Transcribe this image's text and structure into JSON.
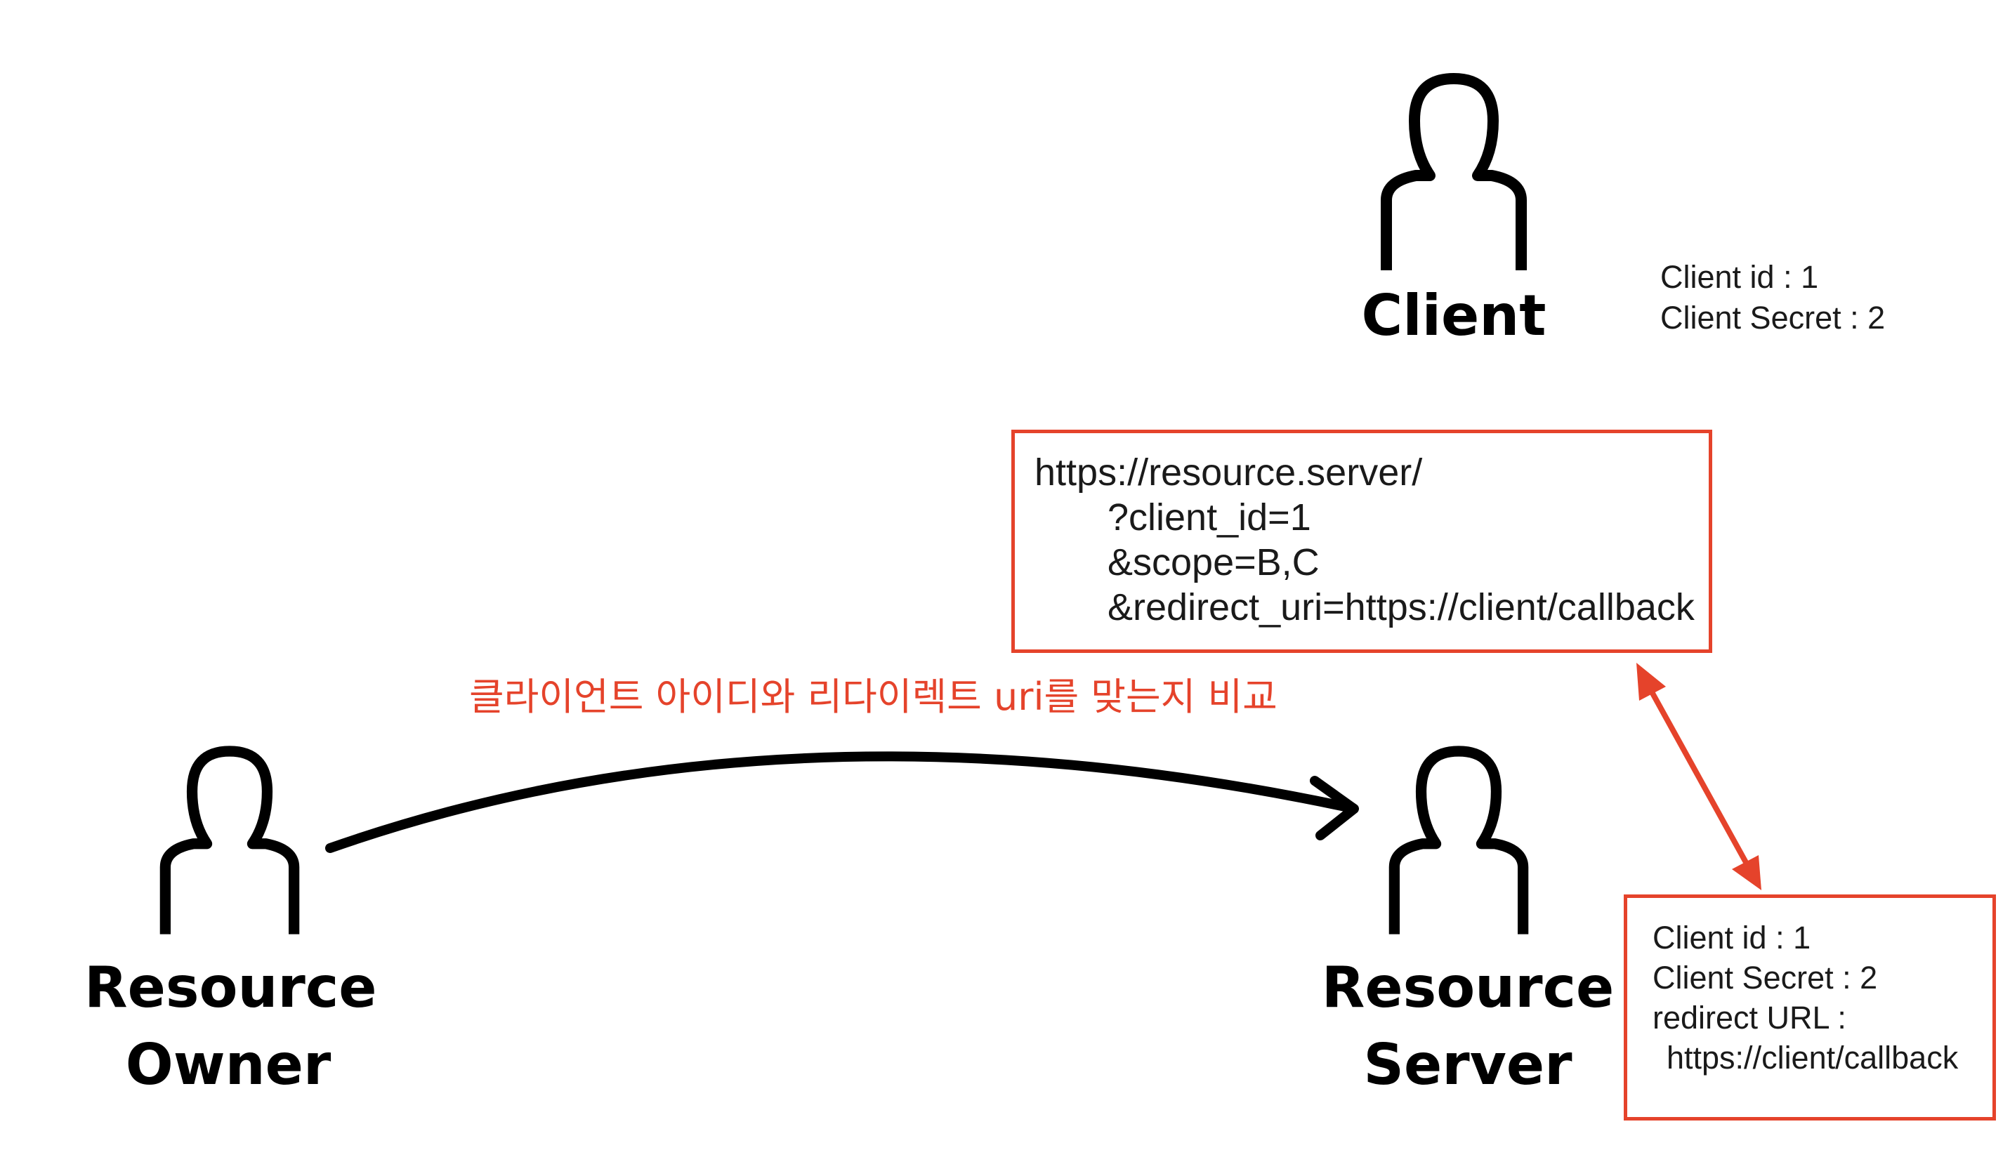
{
  "actors": {
    "client": {
      "label": "Client"
    },
    "resource_owner": {
      "label_line1": "Resource",
      "label_line2": "Owner"
    },
    "resource_server": {
      "label_line1": "Resource",
      "label_line2": "Server"
    }
  },
  "client_info": {
    "line1": "Client id : 1",
    "line2": "Client Secret : 2"
  },
  "request_url_box": {
    "line1": "https://resource.server/",
    "line2": "?client_id=1",
    "line3": "&scope=B,C",
    "line4": "&redirect_uri=https://client/callback"
  },
  "server_registry_box": {
    "line1": "Client id : 1",
    "line2": "Client Secret : 2",
    "line3": "redirect URL :",
    "line4": "https://client/callback"
  },
  "caption": {
    "text": "클라이언트 아이디와 리다이렉트 uri를 맞는지 비교"
  },
  "colors": {
    "accent": "#e5432b",
    "icon": "#000000",
    "text": "#1a1a1a"
  },
  "icons": [
    "person-icon",
    "arrow-icon",
    "double-arrow-icon"
  ]
}
